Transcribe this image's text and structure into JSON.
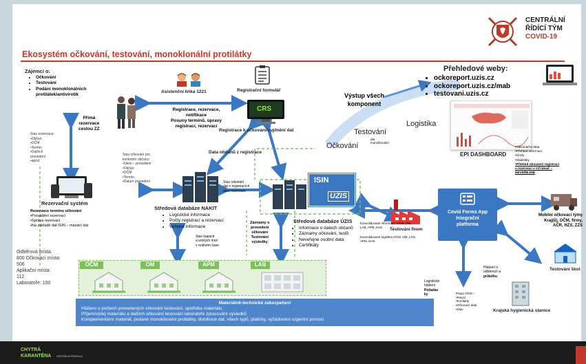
{
  "header": {
    "title": "Ekosystém očkování, testování, monoklonální protilátky",
    "org_line1": "CENTRÁLNÍ",
    "org_line2": "ŘÍDÍCÍ TÝM",
    "org_line3": "COVID-19"
  },
  "zajemci": {
    "title": "Zájemci o:",
    "items": [
      "Očkování",
      "Testování",
      "Podání monoklonálních protilátek/antivirotik"
    ]
  },
  "asist": "Asistenční linka 1221",
  "registr_form": "Registrační formulář",
  "crs": "CRS",
  "registrace_note": [
    "Registrace, rezervace,",
    "notifikace",
    "Posuny termínů, úpravy",
    "registrací, rezervací"
  ],
  "registrace_ockovani": "Registrace k očkování/vyplnění dat",
  "data_obcanu": "Data občanů z registrace",
  "prima": [
    "Přímá",
    "rezervace",
    "cestou ZZ"
  ],
  "left_small": [
    "Stav rezervace:",
    "•Občan",
    "•OČM",
    "•Termín",
    "•Dalších",
    "   provedení",
    "•apod."
  ],
  "mid_small": [
    "Stav očkování pro",
    "konkrétní občany:",
    "•Okon – provedení",
    "•Občan",
    "•OČM",
    "•Termín",
    "•Datum provedení"
  ],
  "rez_system": {
    "title": "Rezervační systém",
    "items": [
      "Rezervace termínu očkování",
      "•Provádění rezervací",
      "•Správa rezervací",
      "•Na základě dat ISIN – mazání dat"
    ]
  },
  "nakit": {
    "title": "Středová databáze NAKIT",
    "items": [
      "Logistické informace",
      "Počty registrací a rezervací",
      "Veřejné informace"
    ]
  },
  "stav_odeslani": [
    "Stav odeslání",
    "dat o registracích",
    "data rezervace"
  ],
  "isin": {
    "label": "ISIN",
    "uzis": "ÚZIS"
  },
  "uzis_db": {
    "title": "Středová databáze ÚZIS",
    "items": [
      "Informace o datech občanů",
      "Záznamy očkování, testů",
      "Neveřejné osobní data",
      "Certifikáty"
    ]
  },
  "zaznamy": [
    "Záznamy o",
    "provedení",
    "očkování",
    "Testování",
    "výsledky"
  ],
  "stav_kapacit": [
    "Stav kapacit",
    "a volných míst",
    "v reálném čase"
  ],
  "odberova": [
    "Odběrová místa:",
    "800 Očkovací místa:",
    "506",
    "Aplikační místa:",
    "112",
    "Laboratoře: 150"
  ],
  "sites": [
    "OČM",
    "OM",
    "APM",
    "LAB"
  ],
  "vystup": {
    "title": [
      "Výstup všech",
      "komponent"
    ],
    "ockovani": "Očkování",
    "testovani": "Testování",
    "logistika": "Logistika",
    "sublabel": [
      "dat",
      "monoklonální"
    ]
  },
  "prehled": {
    "title": "Přehledové weby:",
    "items": [
      "ockoreport.uzis.cz",
      "ockoreport.uzis.cz/mab",
      "testovani.uzis.cz"
    ]
  },
  "epi": {
    "label": "EPI DASHBOARD",
    "items": [
      "•Vakcinační data",
      "•Přehled informací",
      "•Grafy",
      "•Statistiky",
      "•Přehled obsazení registrací a rezervací v OČ/ákaď –",
      "NEVEŘEJNÉ"
    ]
  },
  "testovani_firem": "Testování firem",
  "covid_app": [
    "Covid Forms App",
    "Integrační",
    "platforma"
  ],
  "mobilni": [
    "Mobilní očkovací týmy",
    "Kraj(ů), OČM, firmy,",
    "AČR, HZS, ZZS"
  ],
  "testovani_skol": "Testování škol",
  "kraj_stanice": "Krajská hygienická stanice",
  "konsolid": [
    "Konsolidované informace: OČM, OM,",
    "LAB, APM, KHS"
  ],
  "konsolid2": [
    "Konsolidovaná logistika OČM, OM, LOS,",
    "APM, KHS"
  ],
  "logisticke": [
    "Logistické",
    "hlášení",
    "Požadav",
    "ky"
  ],
  "hlaseni": [
    "Hlášení o",
    "odběrech a",
    "průběhu"
  ],
  "prepo": [
    "Prepo OČM –",
    "•Potvrz.",
    "•Kontakty",
    "•Očkovací data",
    "•Stav"
  ],
  "bottom_box": {
    "title": "Materiálně-technické zabezpečení",
    "lines": [
      "Hlášení o počtech provedených očkování testování, spotřeba materiálu",
      "Příjem/výdej materiálu a dalších očkování testování laboratoře zpracování výsledků",
      "Komplementární materiál, podané monoklonální protilátky, distribuce dat, všech typů, platičky, vyžádování urgentní pomoci"
    ]
  },
  "footer": {
    "brand1": "CHYTRÁ",
    "brand2": "KARANTÉNA",
    "sub": "CENTRÁLNÍ PRAVIDLA"
  },
  "colors": {
    "title_red": "#c0392b",
    "blue": "#3a78c3",
    "green": "#7cc05a",
    "bottom_box": "#4f86c9",
    "footer_green": "#9be24a"
  }
}
